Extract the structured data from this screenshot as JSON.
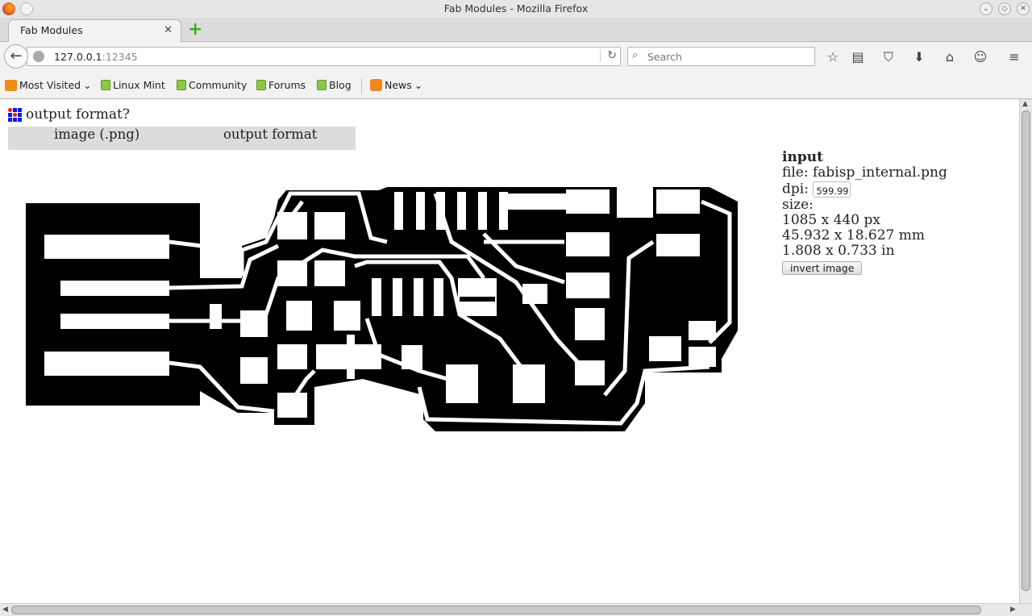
{
  "window": {
    "title": "Fab Modules - Mozilla Firefox"
  },
  "tab": {
    "label": "Fab Modules"
  },
  "url": {
    "host": "127.0.0.1",
    "port": ":12345"
  },
  "search": {
    "placeholder": "Search"
  },
  "bookmarks": [
    {
      "label": "Most Visited",
      "icon": "folder-icon",
      "dropdown": true
    },
    {
      "label": "Linux Mint",
      "icon": "mint-icon"
    },
    {
      "label": "Community",
      "icon": "mint-icon"
    },
    {
      "label": "Forums",
      "icon": "mint-icon"
    },
    {
      "label": "Blog",
      "icon": "mint-icon"
    },
    {
      "label": "News",
      "icon": "rss-icon",
      "dropdown": true
    }
  ],
  "page": {
    "heading": "output format?",
    "menu": {
      "input": "image (.png)",
      "output": "output format"
    },
    "info": {
      "title": "input",
      "file": "file: fabisp_internal.png",
      "dpi_label": "dpi:",
      "dpi_value": "599.99",
      "size_label": "size:",
      "px": "1085 x 440 px",
      "mm": "45.932 x 18.627 mm",
      "in": "1.808 x 0.733 in",
      "invert_button": "invert image"
    }
  }
}
